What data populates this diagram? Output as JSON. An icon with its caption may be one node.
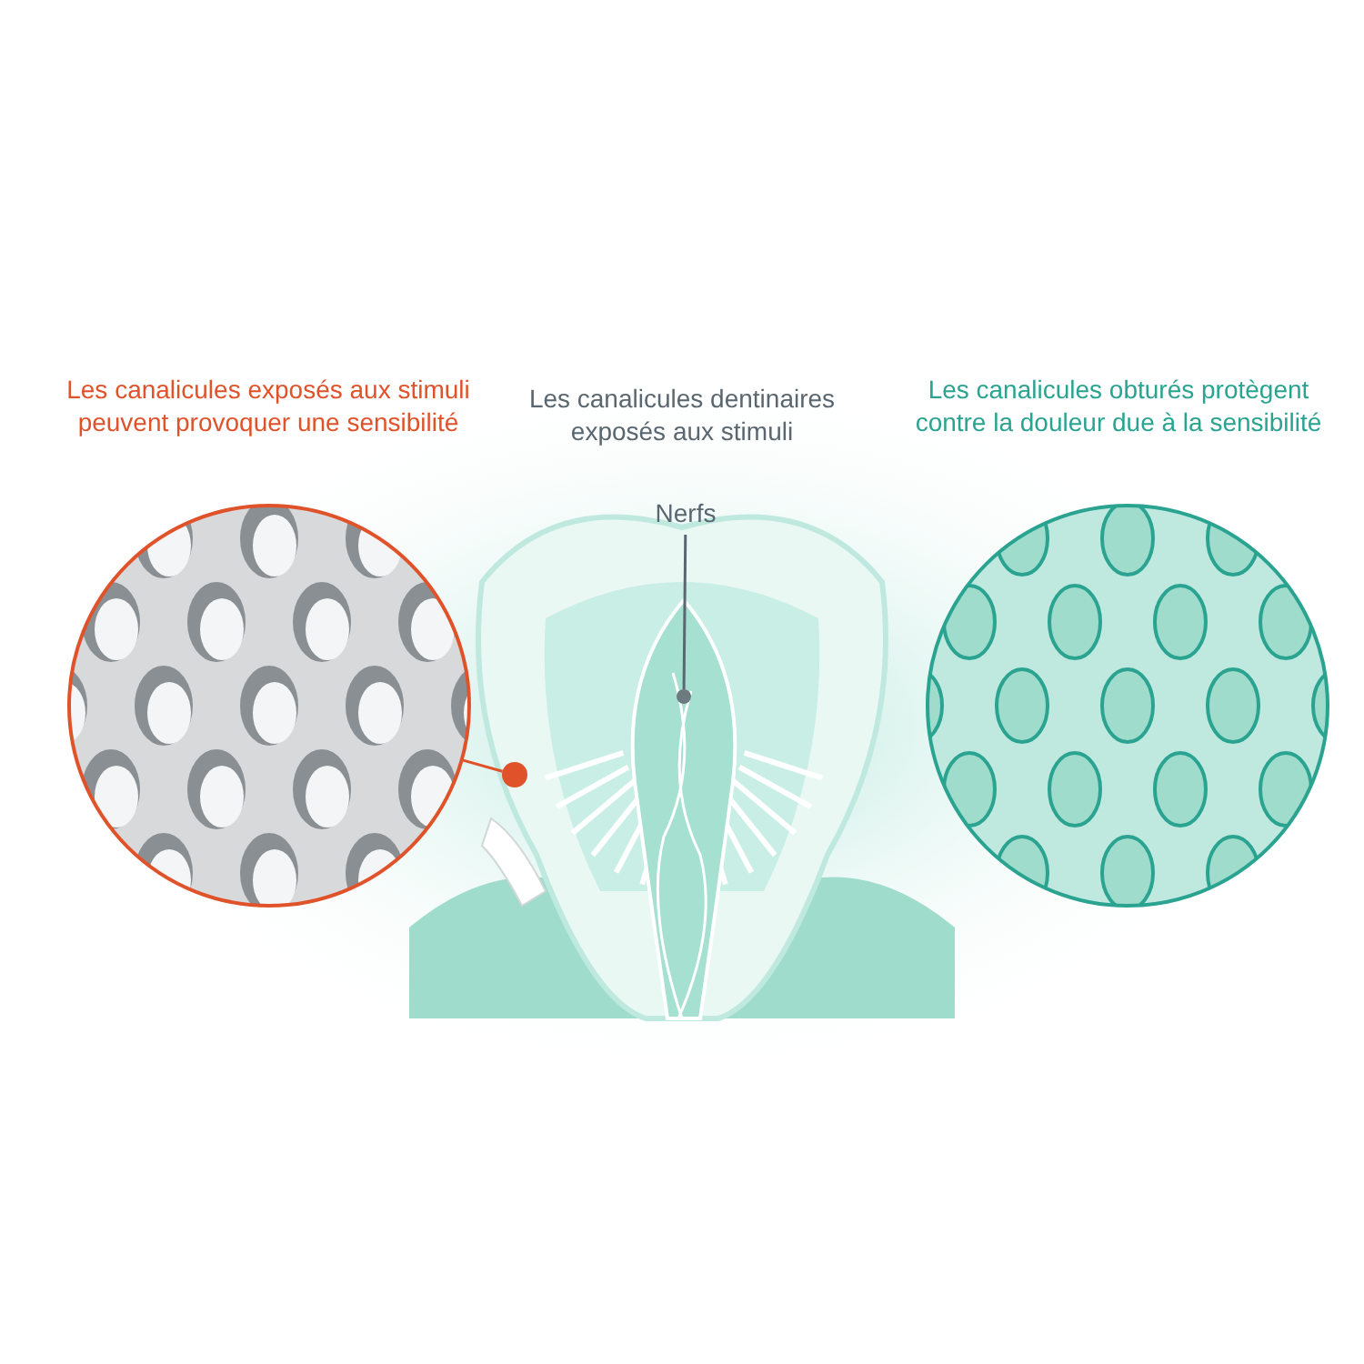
{
  "diagram": {
    "nodes": [
      {
        "text": [
          "Les canalicules exposés aux stimuli peuvent provoquer une sensibilité"
        ]
      },
      {
        "text": [
          "Les canalicules dentinaires exposés aux stimuli"
        ]
      },
      {
        "text": [
          "Nerfs"
        ],
        "in": 1
      },
      {
        "text": [],
        "shape": "circle",
        "in": 1
      },
      {
        "text": [],
        "shape": "circle",
        "in": 1
      },
      {
        "text": [
          "Les canalicules obturés protègent contre la douleur due à la sensibilité"
        ]
      }
    ],
    "edges": [
      {
        "from": 0,
        "to": 4,
        "arrow": "none",
        "color": "#e0532a"
      },
      {
        "from": 2,
        "to": 3,
        "arrow": "none",
        "color": "#5a6670"
      }
    ]
  }
}
